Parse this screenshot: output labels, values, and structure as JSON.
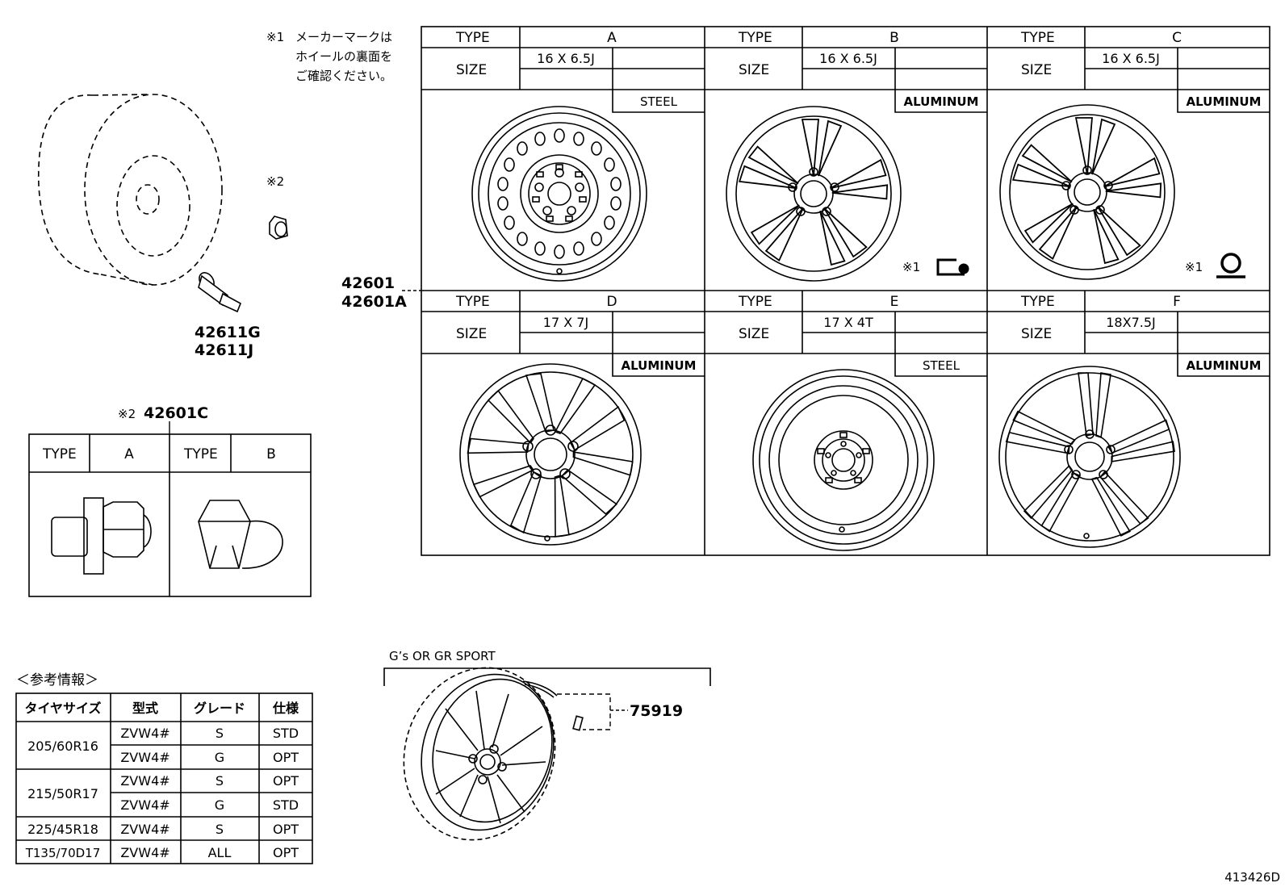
{
  "note1": {
    "mark": "※1",
    "lines": [
      "メーカーマークは",
      "ホイールの裏面を",
      "ご確認ください。"
    ]
  },
  "note2_mark": "※2",
  "part_numbers": {
    "wheel": [
      "42601",
      "42601A"
    ],
    "valve": [
      "42611G",
      "42611J"
    ],
    "nut": "42601C",
    "nut_prefix": "※2",
    "gs_part": "75919"
  },
  "wheel_table": {
    "type_label": "TYPE",
    "size_label": "SIZE",
    "wheels": [
      {
        "type": "A",
        "size": "16 X 6.5J",
        "material": "STEEL",
        "mark": ""
      },
      {
        "type": "B",
        "size": "16 X 6.5J",
        "material": "ALUMINUM",
        "mark": "※1"
      },
      {
        "type": "C",
        "size": "16 X 6.5J",
        "material": "ALUMINUM",
        "mark": "※1"
      },
      {
        "type": "D",
        "size": "17 X 7J",
        "material": "ALUMINUM",
        "mark": ""
      },
      {
        "type": "E",
        "size": "17 X 4T",
        "material": "STEEL",
        "mark": ""
      },
      {
        "type": "F",
        "size": "18X7.5J",
        "material": "ALUMINUM",
        "mark": ""
      }
    ]
  },
  "nut_table": {
    "type_label": "TYPE",
    "types": [
      "A",
      "B"
    ]
  },
  "reference": {
    "title": "＜参考情報＞",
    "headers": [
      "タイヤサイズ",
      "型式",
      "グレード",
      "仕様"
    ],
    "groups": [
      {
        "tire": "205/60R16",
        "rows": [
          [
            "ZVW4#",
            "S",
            "STD"
          ],
          [
            "ZVW4#",
            "G",
            "OPT"
          ]
        ]
      },
      {
        "tire": "215/50R17",
        "rows": [
          [
            "ZVW4#",
            "S",
            "OPT"
          ],
          [
            "ZVW4#",
            "G",
            "STD"
          ]
        ]
      },
      {
        "tire": "225/45R18",
        "rows": [
          [
            "ZVW4#",
            "S",
            "OPT"
          ]
        ]
      },
      {
        "tire": "T135/70D17",
        "rows": [
          [
            "ZVW4#",
            "ALL",
            "OPT"
          ]
        ]
      }
    ]
  },
  "gs_label": "G’s OR GR SPORT",
  "diagram_id": "413426D"
}
